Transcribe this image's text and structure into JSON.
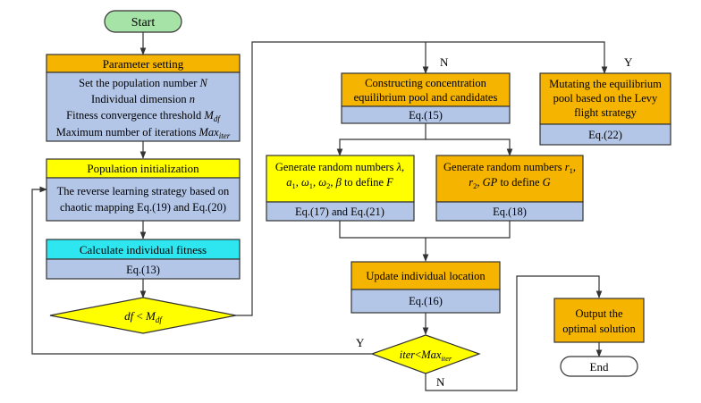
{
  "start": "Start",
  "end": "End",
  "param": {
    "title": "Parameter setting",
    "line1": "Set the population number ",
    "line1_var": "N",
    "line2": "Individual dimension ",
    "line2_var": "n",
    "line3": "Fitness convergence threshold ",
    "line3_var": "M",
    "line3_sub": "df",
    "line4": "Maximum number of iterations ",
    "line4_var": "Max",
    "line4_sub": "iter"
  },
  "popinit": {
    "title": "Population initialization",
    "line1": "The reverse learning strategy based on",
    "line2": "chaotic mapping Eq.(19) and Eq.(20)"
  },
  "fitness": {
    "title": "Calculate individual fitness",
    "eq": "Eq.(13)"
  },
  "cond1": {
    "lhs": "df",
    "op": " < ",
    "rhs": "M",
    "rhs_sub": "df"
  },
  "pool": {
    "line1": "Constructing concentration",
    "line2": "equilibrium pool and candidates",
    "eq": "Eq.(15)"
  },
  "mutate": {
    "line1": "Mutating the equilibrium",
    "line2": "pool based on the Levy",
    "line3": "flight strategy",
    "eq": "Eq.(22)"
  },
  "genF": {
    "line1": "Generate random numbers ",
    "line1_var": "λ,",
    "a1": "a",
    "w1": "ω",
    "w2": "ω",
    "beta": "β",
    "tail": " to define ",
    "F": "F",
    "eq": "Eq.(17) and Eq.(21)"
  },
  "genG": {
    "line1": "Generate random numbers ",
    "r1": "r",
    "r2": "r",
    "gp": "GP",
    "tail": " to define ",
    "G": "G",
    "eq": "Eq.(18)"
  },
  "update": {
    "title": "Update individual location",
    "eq": "Eq.(16)"
  },
  "cond2": {
    "lhs": "iter",
    "op": "<",
    "rhs": "Max",
    "rhs_sub": "iter"
  },
  "output": {
    "line1": "Output the",
    "line2": "optimal solution"
  },
  "labels": {
    "n_top": "N",
    "y_top": "Y",
    "y_left": "Y",
    "n_bottom": "N"
  },
  "colors": {
    "orange": "#F5B400",
    "yellow": "#FFFF00",
    "cyan": "#2EE6F0",
    "blue": "#B4C6E7",
    "green": "#A6E3A6",
    "diamond": "#FFFF00",
    "line": "#333333"
  }
}
